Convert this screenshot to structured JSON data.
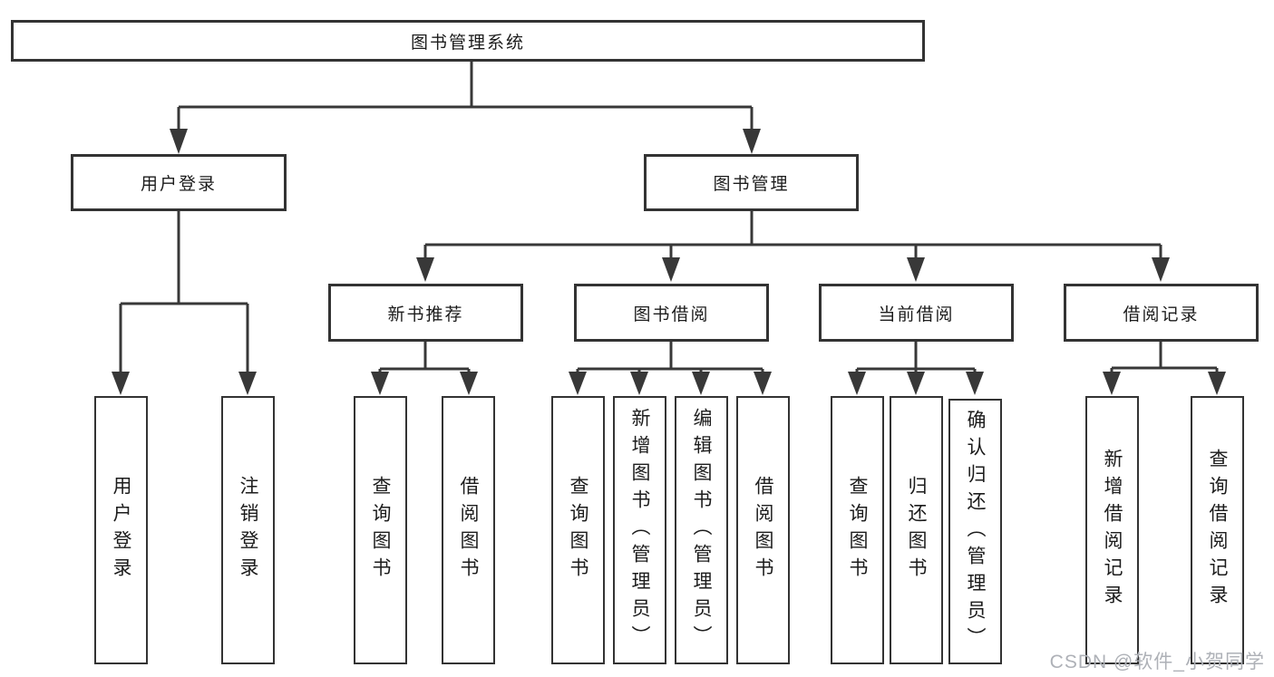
{
  "tree": {
    "root": {
      "label": "图书管理系统",
      "children": [
        {
          "label": "用户登录",
          "children": [
            {
              "label": "用户登录"
            },
            {
              "label": "注销登录"
            }
          ]
        },
        {
          "label": "图书管理",
          "children": [
            {
              "label": "新书推荐",
              "children": [
                {
                  "label": "查询图书"
                },
                {
                  "label": "借阅图书"
                }
              ]
            },
            {
              "label": "图书借阅",
              "children": [
                {
                  "label": "查询图书"
                },
                {
                  "label": "新增图书（管理员）"
                },
                {
                  "label": "编辑图书（管理员）"
                },
                {
                  "label": "借阅图书"
                }
              ]
            },
            {
              "label": "当前借阅",
              "children": [
                {
                  "label": "查询图书"
                },
                {
                  "label": "归还图书"
                },
                {
                  "label": "确认归还（管理员）"
                }
              ]
            },
            {
              "label": "借阅记录",
              "children": [
                {
                  "label": "新增借阅记录"
                },
                {
                  "label": "查询借阅记录"
                }
              ]
            }
          ]
        }
      ]
    }
  },
  "watermark": {
    "text": "CSDN @软件_小贺同学"
  },
  "colors": {
    "line": "#383838",
    "box_border": "#333333",
    "text": "#1c1c1c",
    "watermark": "#aeb1b7",
    "background": "#ffffff"
  }
}
